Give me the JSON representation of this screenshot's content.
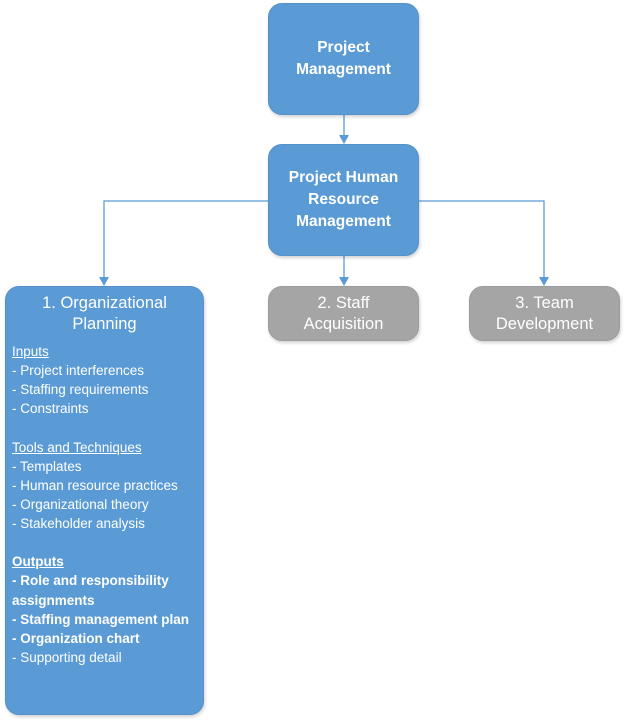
{
  "diagram": {
    "root": {
      "line1": "Project",
      "line2": "Management"
    },
    "middle": {
      "line1": "Project Human",
      "line2": "Resource",
      "line3": "Management"
    },
    "children": [
      {
        "title_line1": "1. Organizational",
        "title_line2": "Planning",
        "sections": [
          {
            "heading": "Inputs",
            "items": [
              "- Project interferences",
              "- Staffing requirements",
              "- Constraints"
            ]
          },
          {
            "heading": "Tools and Techniques",
            "items": [
              "- Templates",
              "- Human resource practices",
              "- Organizational theory",
              "- Stakeholder analysis"
            ]
          },
          {
            "heading": "Outputs",
            "items": [
              "- Role and responsibility",
              "assignments",
              "- Staffing management plan",
              "- Organization chart",
              "- Supporting detail"
            ]
          }
        ]
      },
      {
        "title_line1": "2. Staff",
        "title_line2": "Acquisition"
      },
      {
        "title_line1": "3. Team",
        "title_line2": "Development"
      }
    ]
  },
  "colors": {
    "active_box": "#5b9bd5",
    "inactive_box": "#a5a5a5",
    "connector": "#5b9bd5",
    "text": "#ffffff"
  }
}
